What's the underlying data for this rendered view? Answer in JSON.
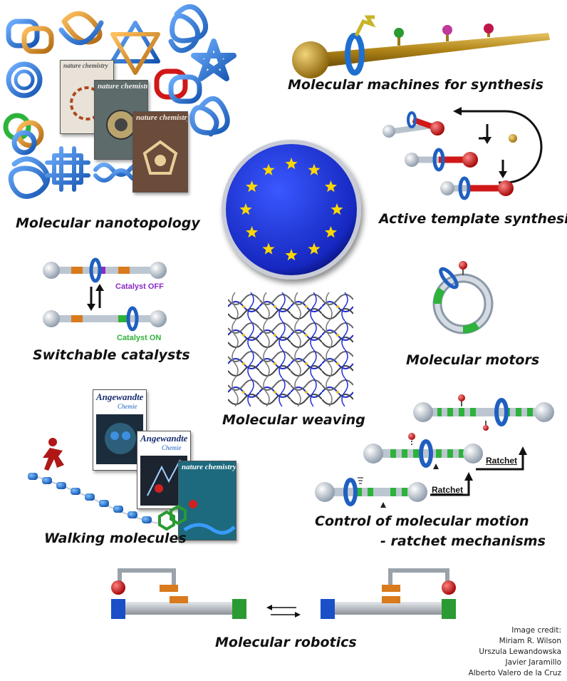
{
  "labels": {
    "nanotopology": "Molecular nanotopology",
    "machines": "Molecular machines for synthesis",
    "active_template": "Active template synthesis",
    "switchable": "Switchable catalysts",
    "catalyst_off": "Catalyst OFF",
    "catalyst_on": "Catalyst ON",
    "motors": "Molecular motors",
    "weaving": "Molecular weaving",
    "walking": "Walking molecules",
    "ratchet_line1": "Control of molecular motion",
    "ratchet_line2": "- ratchet mechanisms",
    "ratchet_tag": "Ratchet",
    "robotics": "Molecular robotics"
  },
  "covers": {
    "nature_chemistry": "nature chemistry",
    "angewandte": "Angewandte",
    "chemie": "Chemie"
  },
  "credit": {
    "heading": "Image credit:",
    "names": [
      "Miriam R. Wilson",
      "Urszula Lewandowska",
      "Javier Jaramillo",
      "Alberto Valero de la Cruz"
    ]
  },
  "colors": {
    "eu_blue": "#1b2fd1",
    "eu_star": "#ffd700",
    "knot_blue": "#2e7bd6",
    "knot_orange": "#d9891c",
    "axle_gold": "#b08417",
    "stopper_red": "#d01818",
    "stripe_green": "#2db33a",
    "stripe_orange": "#d97a1c",
    "catalyst_purple": "#8a2bc8"
  }
}
